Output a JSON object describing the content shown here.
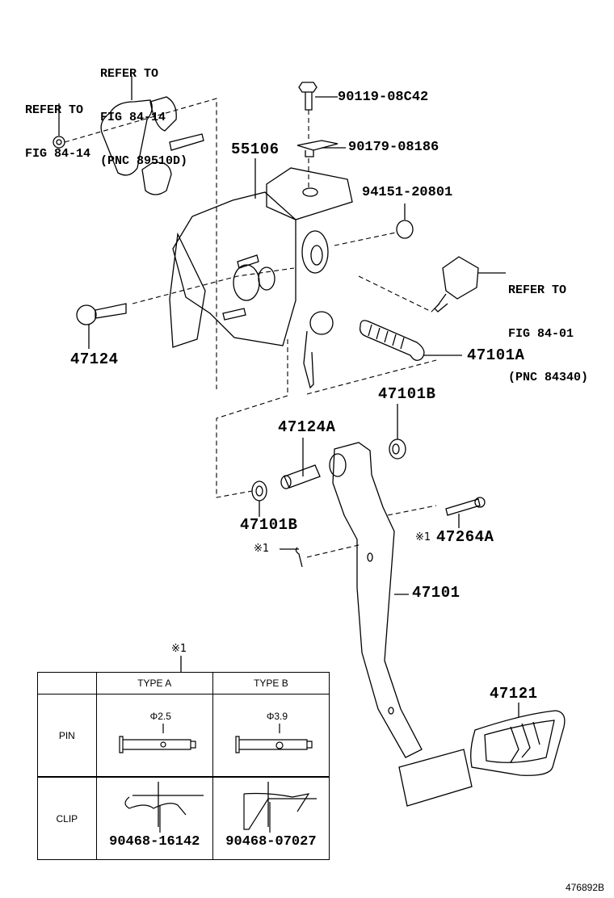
{
  "diagram": {
    "title": "Brake pedal assembly parts diagram",
    "figure_id": "476892B",
    "callouts": {
      "refer_speed_sensor": {
        "line1": "REFER TO",
        "line2": "FIG 84-14",
        "line3": "(PNC 89510D)"
      },
      "refer_nut": {
        "line1": "REFER TO",
        "line2": "FIG 84-14"
      },
      "bolt_top": "90119-08C42",
      "nut_clip": "90179-08186",
      "bracket": "55106",
      "nut_side": "94151-20801",
      "refer_stop_switch": {
        "line1": "REFER TO",
        "line2": "FIG 84-01",
        "line3": "(PNC 84340)"
      },
      "pivot_bolt": "47124",
      "return_spring": "47101A",
      "bushing_right": "47101B",
      "collar": "47124A",
      "bushing_left": "47101B",
      "clevis_pin": "47264A",
      "clevis_pin_note": "※1",
      "clip_note": "※1",
      "pedal_arm": "47101",
      "pedal_pad": "47121"
    },
    "table": {
      "note": "※1",
      "headers": [
        "",
        "TYPE A",
        "TYPE B"
      ],
      "rows": [
        {
          "label": "PIN",
          "type_a": "Φ2.5",
          "type_b": "Φ3.9"
        },
        {
          "label": "CLIP",
          "type_a": "90468-16142",
          "type_b": "90468-07027"
        }
      ]
    }
  }
}
